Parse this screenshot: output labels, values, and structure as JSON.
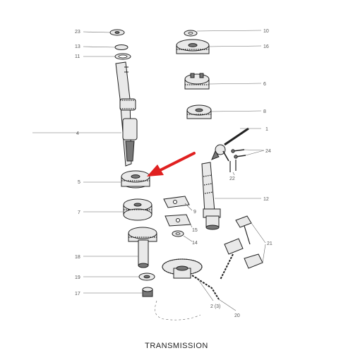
{
  "caption": "TRANSMISSION",
  "callouts": [
    "23",
    "13",
    "11",
    "4",
    "5",
    "7",
    "18",
    "19",
    "17",
    "10",
    "16",
    "6",
    "8",
    "1",
    "24",
    "22",
    "12",
    "9",
    "15",
    "14",
    "21",
    "2 (3)",
    "20"
  ],
  "colors": {
    "pointer_arrow": "#e02020",
    "line_art": "#222222",
    "paper": "#ffffff"
  }
}
